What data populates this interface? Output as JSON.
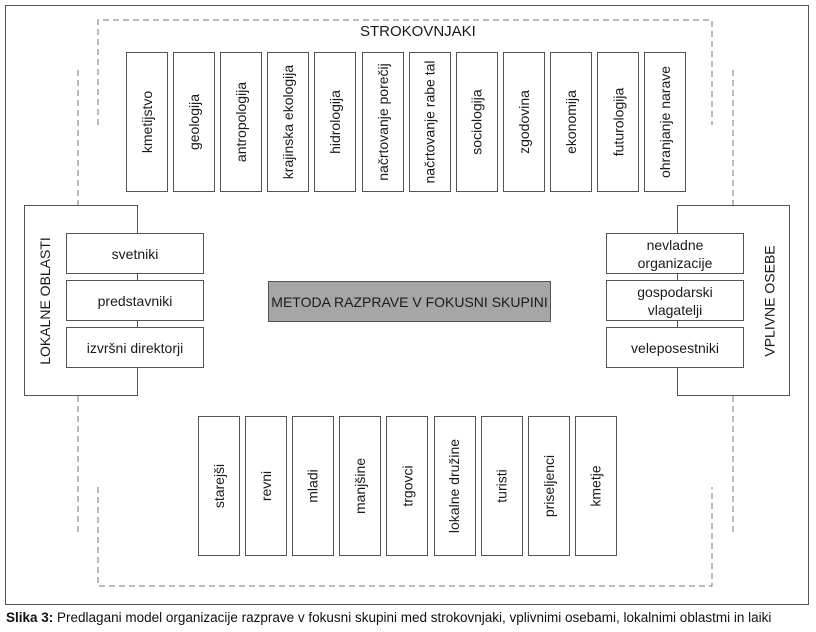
{
  "top_group": {
    "title": "STROKOVNJAKI",
    "items": [
      "kmetijstvo",
      "geologija",
      "antropologija",
      "krajinska ekologija",
      "hidrologija",
      "načrtovanje porečij",
      "načrtovanje rabe tal",
      "sociologija",
      "zgodovina",
      "ekonomija",
      "futurologija",
      "ohranjanje narave"
    ]
  },
  "left_group": {
    "title": "LOKALNE OBLASTI",
    "items": [
      "svetniki",
      "predstavniki",
      "izvršni direktorji"
    ]
  },
  "right_group": {
    "title": "VPLIVNE OSEBE",
    "items": [
      "nevladne organizacije",
      "gospodarski vlagatelji",
      "veleposestniki"
    ]
  },
  "bottom_group": {
    "items": [
      "starejši",
      "revni",
      "mladi",
      "manjšine",
      "trgovci",
      "lokalne družine",
      "turisti",
      "priseljenci",
      "kmetje"
    ]
  },
  "center": {
    "label": "METODA RAZPRAVE V FOKUSNI SKUPINI"
  },
  "caption": {
    "prefix": "Slika 3:",
    "text": " Predlagani model organizacije razprave v fokusni skupini med strokovnjaki, vplivnimi osebami, lokalnimi oblastmi in laiki"
  }
}
